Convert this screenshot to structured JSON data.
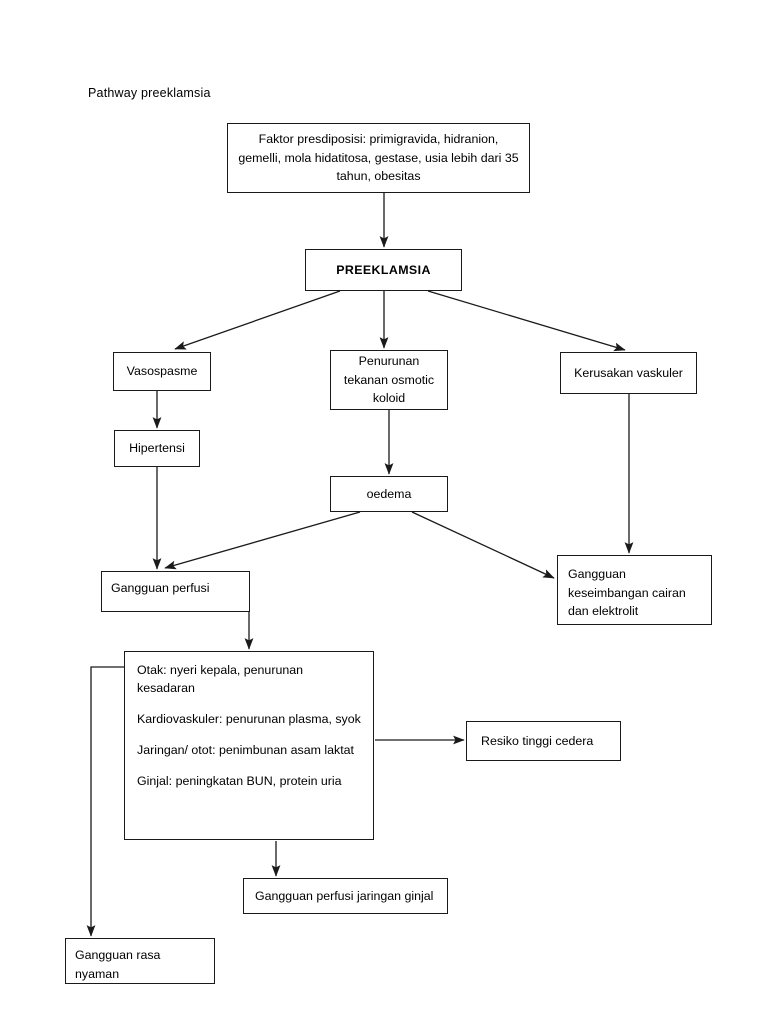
{
  "page": {
    "title": "Pathway preeklamsia"
  },
  "nodes": {
    "faktor": "Faktor presdiposisi: primigravida, hidranion, gemelli, mola hidatitosa, gestase, usia lebih dari 35 tahun, obesitas",
    "preeklamsia": "PREEKLAMSIA",
    "vasospasme": "Vasospasme",
    "penurunan_tekanan": "Penurunan tekanan osmotic koloid",
    "kerusakan_vaskuler": "Kerusakan vaskuler",
    "hipertensi": "Hipertensi",
    "oedema": "oedema",
    "gangguan_perfusi": "Gangguan perfusi",
    "gangguan_keseimbangan": "Gangguan keseimbangan cairan dan elektrolit",
    "resiko_tinggi_cedera": "Resiko tinggi cedera",
    "gangguan_perfusi_ginjal": "Gangguan perfusi jaringan ginjal",
    "gangguan_rasa_nyaman": "Gangguan rasa nyaman"
  },
  "detail_items": [
    "Otak: nyeri kepala, penurunan kesadaran",
    "Kardiovaskuler: penurunan plasma, syok",
    "Jaringan/ otot: penimbunan asam laktat",
    "Ginjal: peningkatan BUN, protein uria"
  ],
  "style": {
    "stroke": "#1a1a1a",
    "background": "#ffffff"
  }
}
